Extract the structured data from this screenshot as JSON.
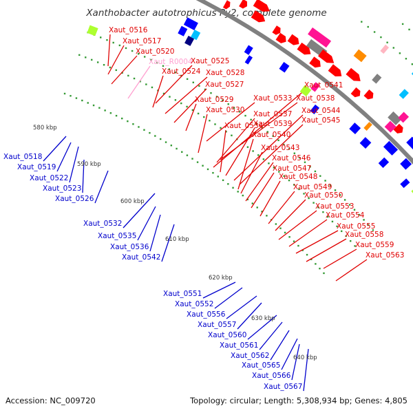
{
  "header": {
    "title": "Xanthobacter autotrophicus Py2, complete genome"
  },
  "footer": {
    "accession": "Accession: NC_009720",
    "topology": "Topology: circular; Length: 5,308,934 bp; Genes: 4,805"
  },
  "colors": {
    "backbone": "#808080",
    "forward_label": "#e00000",
    "reverse_label": "#0000cc",
    "rna_label": "#ff9fd0",
    "ruler_dot": "#339933",
    "feature_palette": [
      "#ff0000",
      "#0000ff",
      "#ff1493",
      "#ff8c00",
      "#808080",
      "#00bfff",
      "#adff2f",
      "#6a5acd",
      "#000080",
      "#ffb6c1"
    ]
  },
  "ruler_ticks": [
    "580 kbp",
    "590 kbp",
    "600 kbp",
    "610 kbp",
    "620 kbp",
    "630 kbp",
    "640 kbp"
  ],
  "forward_labels": [
    "Xaut_0516",
    "Xaut_0517",
    "Xaut_0520",
    "Xaut_R0004",
    "Xaut_0525",
    "Xaut_0524",
    "Xaut_0528",
    "Xaut_0527",
    "Xaut_0529",
    "Xaut_0533",
    "Xaut_0530",
    "Xaut_0538",
    "Xaut_0537",
    "Xaut_0541",
    "Xaut_0534",
    "Xaut_0539",
    "Xaut_0544",
    "Xaut_0545",
    "Xaut_0540",
    "Xaut_0543",
    "Xaut_0546",
    "Xaut_0547",
    "Xaut_0548",
    "Xaut_0549",
    "Xaut_0550",
    "Xaut_0553",
    "Xaut_0554",
    "Xaut_0555",
    "Xaut_0558",
    "Xaut_0559",
    "Xaut_0563"
  ],
  "reverse_labels": [
    "Xaut_0518",
    "Xaut_0519",
    "Xaut_0522",
    "Xaut_0523",
    "Xaut_0526",
    "Xaut_0532",
    "Xaut_0535",
    "Xaut_0536",
    "Xaut_0542",
    "Xaut_0551",
    "Xaut_0552",
    "Xaut_0556",
    "Xaut_0557",
    "Xaut_0560",
    "Xaut_0561",
    "Xaut_0562",
    "Xaut_0565",
    "Xaut_0566",
    "Xaut_0567"
  ]
}
